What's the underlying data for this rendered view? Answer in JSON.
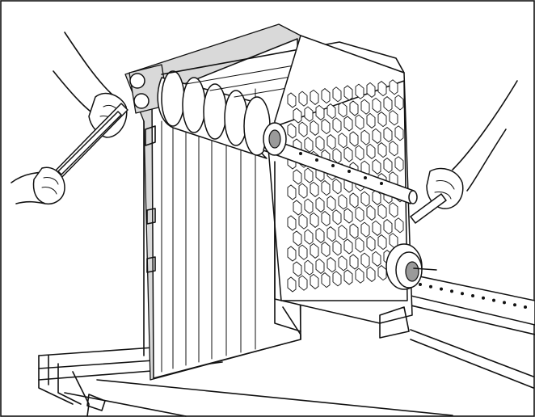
{
  "figure": {
    "description_hidden": "",
    "colors": {
      "line": "#111111",
      "paper": "#ffffff",
      "shade": "#d9d9d9",
      "dark": "#9a9a9a"
    },
    "pin_grid": {
      "rows": 13,
      "cols": 10
    },
    "rail_holes": 11
  }
}
